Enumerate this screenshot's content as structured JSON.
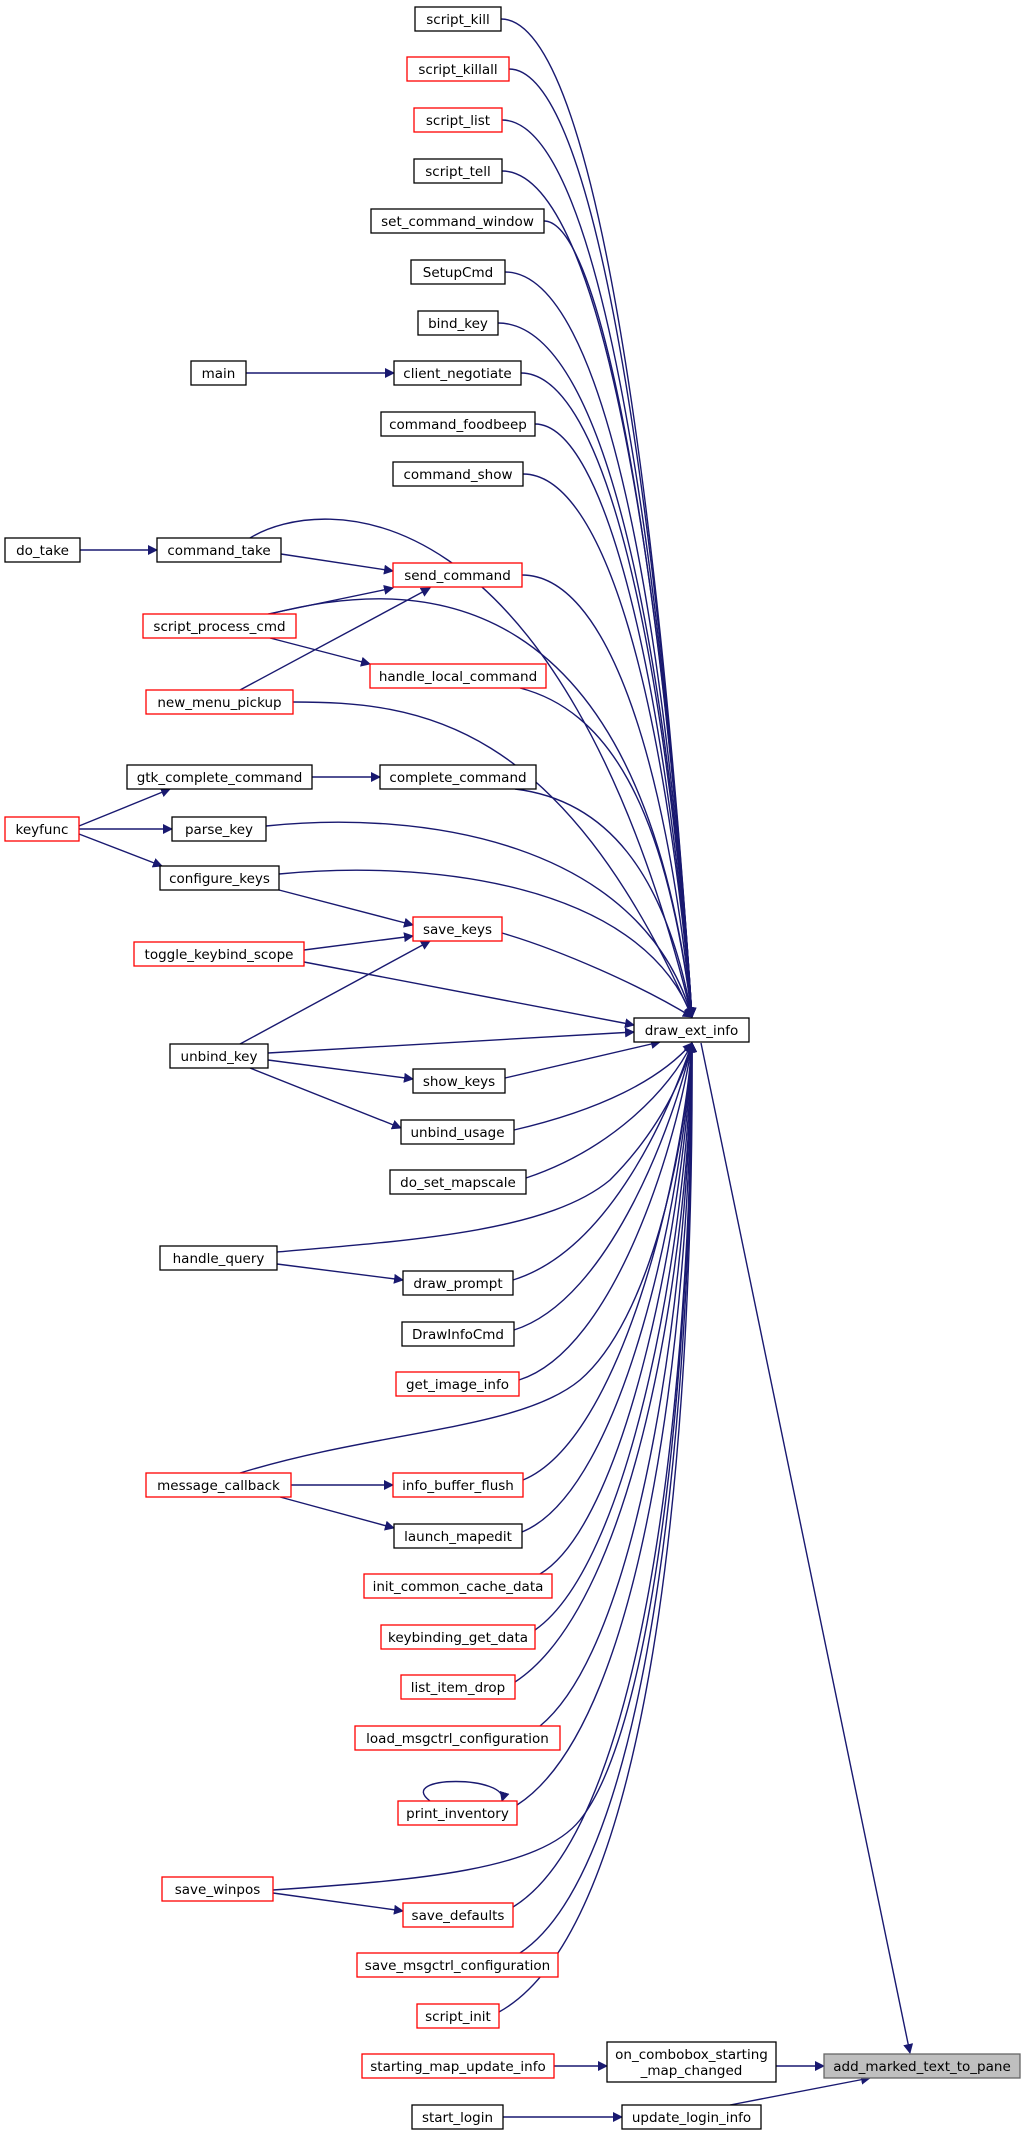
{
  "nodes": [
    {
      "id": "script_kill",
      "label": [
        "script_kill"
      ],
      "color": "black"
    },
    {
      "id": "script_killall",
      "label": [
        "script_killall"
      ],
      "color": "red"
    },
    {
      "id": "script_list",
      "label": [
        "script_list"
      ],
      "color": "red"
    },
    {
      "id": "script_tell",
      "label": [
        "script_tell"
      ],
      "color": "black"
    },
    {
      "id": "set_command_window",
      "label": [
        "set_command_window"
      ],
      "color": "black"
    },
    {
      "id": "SetupCmd",
      "label": [
        "SetupCmd"
      ],
      "color": "black"
    },
    {
      "id": "bind_key",
      "label": [
        "bind_key"
      ],
      "color": "black"
    },
    {
      "id": "main",
      "label": [
        "main"
      ],
      "color": "black"
    },
    {
      "id": "client_negotiate",
      "label": [
        "client_negotiate"
      ],
      "color": "black"
    },
    {
      "id": "command_foodbeep",
      "label": [
        "command_foodbeep"
      ],
      "color": "black"
    },
    {
      "id": "command_show",
      "label": [
        "command_show"
      ],
      "color": "black"
    },
    {
      "id": "do_take",
      "label": [
        "do_take"
      ],
      "color": "black"
    },
    {
      "id": "command_take",
      "label": [
        "command_take"
      ],
      "color": "black"
    },
    {
      "id": "send_command",
      "label": [
        "send_command"
      ],
      "color": "red"
    },
    {
      "id": "script_process_cmd",
      "label": [
        "script_process_cmd"
      ],
      "color": "red"
    },
    {
      "id": "handle_local_command",
      "label": [
        "handle_local_command"
      ],
      "color": "red"
    },
    {
      "id": "new_menu_pickup",
      "label": [
        "new_menu_pickup"
      ],
      "color": "red"
    },
    {
      "id": "gtk_complete_command",
      "label": [
        "gtk_complete_command"
      ],
      "color": "black"
    },
    {
      "id": "complete_command",
      "label": [
        "complete_command"
      ],
      "color": "black"
    },
    {
      "id": "keyfunc",
      "label": [
        "keyfunc"
      ],
      "color": "red"
    },
    {
      "id": "parse_key",
      "label": [
        "parse_key"
      ],
      "color": "black"
    },
    {
      "id": "configure_keys",
      "label": [
        "configure_keys"
      ],
      "color": "black"
    },
    {
      "id": "save_keys",
      "label": [
        "save_keys"
      ],
      "color": "red"
    },
    {
      "id": "toggle_keybind_scope",
      "label": [
        "toggle_keybind_scope"
      ],
      "color": "red"
    },
    {
      "id": "draw_ext_info",
      "label": [
        "draw_ext_info"
      ],
      "color": "black"
    },
    {
      "id": "unbind_key",
      "label": [
        "unbind_key"
      ],
      "color": "black"
    },
    {
      "id": "show_keys",
      "label": [
        "show_keys"
      ],
      "color": "black"
    },
    {
      "id": "unbind_usage",
      "label": [
        "unbind_usage"
      ],
      "color": "black"
    },
    {
      "id": "do_set_mapscale",
      "label": [
        "do_set_mapscale"
      ],
      "color": "black"
    },
    {
      "id": "handle_query",
      "label": [
        "handle_query"
      ],
      "color": "black"
    },
    {
      "id": "draw_prompt",
      "label": [
        "draw_prompt"
      ],
      "color": "black"
    },
    {
      "id": "DrawInfoCmd",
      "label": [
        "DrawInfoCmd"
      ],
      "color": "black"
    },
    {
      "id": "get_image_info",
      "label": [
        "get_image_info"
      ],
      "color": "red"
    },
    {
      "id": "message_callback",
      "label": [
        "message_callback"
      ],
      "color": "red"
    },
    {
      "id": "info_buffer_flush",
      "label": [
        "info_buffer_flush"
      ],
      "color": "red"
    },
    {
      "id": "launch_mapedit",
      "label": [
        "launch_mapedit"
      ],
      "color": "black"
    },
    {
      "id": "init_common_cache_data",
      "label": [
        "init_common_cache_data"
      ],
      "color": "red"
    },
    {
      "id": "keybinding_get_data",
      "label": [
        "keybinding_get_data"
      ],
      "color": "red"
    },
    {
      "id": "list_item_drop",
      "label": [
        "list_item_drop"
      ],
      "color": "red"
    },
    {
      "id": "load_msgctrl_configuration",
      "label": [
        "load_msgctrl_configuration"
      ],
      "color": "red"
    },
    {
      "id": "print_inventory",
      "label": [
        "print_inventory"
      ],
      "color": "red"
    },
    {
      "id": "save_winpos",
      "label": [
        "save_winpos"
      ],
      "color": "red"
    },
    {
      "id": "save_defaults",
      "label": [
        "save_defaults"
      ],
      "color": "red"
    },
    {
      "id": "save_msgctrl_configuration",
      "label": [
        "save_msgctrl_configuration"
      ],
      "color": "red"
    },
    {
      "id": "script_init",
      "label": [
        "script_init"
      ],
      "color": "red"
    },
    {
      "id": "starting_map_update_info",
      "label": [
        "starting_map_update_info"
      ],
      "color": "red"
    },
    {
      "id": "on_combobox_starting_map_changed",
      "label": [
        "on_combobox_starting",
        "_map_changed"
      ],
      "color": "black"
    },
    {
      "id": "add_marked_text_to_pane",
      "label": [
        "add_marked_text_to_pane"
      ],
      "color": "root"
    },
    {
      "id": "start_login",
      "label": [
        "start_login"
      ],
      "color": "black"
    },
    {
      "id": "update_login_info",
      "label": [
        "update_login_info"
      ],
      "color": "black"
    }
  ],
  "edges": [
    {
      "from": "script_kill",
      "to": "draw_ext_info"
    },
    {
      "from": "script_killall",
      "to": "draw_ext_info"
    },
    {
      "from": "script_list",
      "to": "draw_ext_info"
    },
    {
      "from": "script_tell",
      "to": "draw_ext_info"
    },
    {
      "from": "set_command_window",
      "to": "draw_ext_info"
    },
    {
      "from": "SetupCmd",
      "to": "draw_ext_info"
    },
    {
      "from": "bind_key",
      "to": "draw_ext_info"
    },
    {
      "from": "main",
      "to": "client_negotiate"
    },
    {
      "from": "client_negotiate",
      "to": "draw_ext_info"
    },
    {
      "from": "command_foodbeep",
      "to": "draw_ext_info"
    },
    {
      "from": "command_show",
      "to": "draw_ext_info"
    },
    {
      "from": "do_take",
      "to": "command_take"
    },
    {
      "from": "command_take",
      "to": "draw_ext_info"
    },
    {
      "from": "command_take",
      "to": "send_command"
    },
    {
      "from": "send_command",
      "to": "draw_ext_info"
    },
    {
      "from": "script_process_cmd",
      "to": "send_command"
    },
    {
      "from": "script_process_cmd",
      "to": "draw_ext_info"
    },
    {
      "from": "script_process_cmd",
      "to": "handle_local_command"
    },
    {
      "from": "new_menu_pickup",
      "to": "send_command"
    },
    {
      "from": "new_menu_pickup",
      "to": "draw_ext_info"
    },
    {
      "from": "handle_local_command",
      "to": "draw_ext_info"
    },
    {
      "from": "gtk_complete_command",
      "to": "complete_command"
    },
    {
      "from": "complete_command",
      "to": "draw_ext_info"
    },
    {
      "from": "keyfunc",
      "to": "gtk_complete_command"
    },
    {
      "from": "keyfunc",
      "to": "parse_key"
    },
    {
      "from": "keyfunc",
      "to": "configure_keys"
    },
    {
      "from": "parse_key",
      "to": "draw_ext_info"
    },
    {
      "from": "configure_keys",
      "to": "draw_ext_info"
    },
    {
      "from": "configure_keys",
      "to": "save_keys"
    },
    {
      "from": "save_keys",
      "to": "draw_ext_info"
    },
    {
      "from": "toggle_keybind_scope",
      "to": "save_keys"
    },
    {
      "from": "toggle_keybind_scope",
      "to": "draw_ext_info"
    },
    {
      "from": "unbind_key",
      "to": "save_keys"
    },
    {
      "from": "unbind_key",
      "to": "draw_ext_info"
    },
    {
      "from": "unbind_key",
      "to": "show_keys"
    },
    {
      "from": "unbind_key",
      "to": "unbind_usage"
    },
    {
      "from": "show_keys",
      "to": "draw_ext_info"
    },
    {
      "from": "unbind_usage",
      "to": "draw_ext_info"
    },
    {
      "from": "do_set_mapscale",
      "to": "draw_ext_info"
    },
    {
      "from": "handle_query",
      "to": "draw_ext_info"
    },
    {
      "from": "handle_query",
      "to": "draw_prompt"
    },
    {
      "from": "draw_prompt",
      "to": "draw_ext_info"
    },
    {
      "from": "DrawInfoCmd",
      "to": "draw_ext_info"
    },
    {
      "from": "get_image_info",
      "to": "draw_ext_info"
    },
    {
      "from": "message_callback",
      "to": "draw_ext_info"
    },
    {
      "from": "message_callback",
      "to": "info_buffer_flush"
    },
    {
      "from": "message_callback",
      "to": "launch_mapedit"
    },
    {
      "from": "info_buffer_flush",
      "to": "draw_ext_info"
    },
    {
      "from": "launch_mapedit",
      "to": "draw_ext_info"
    },
    {
      "from": "init_common_cache_data",
      "to": "draw_ext_info"
    },
    {
      "from": "keybinding_get_data",
      "to": "draw_ext_info"
    },
    {
      "from": "list_item_drop",
      "to": "draw_ext_info"
    },
    {
      "from": "load_msgctrl_configuration",
      "to": "draw_ext_info"
    },
    {
      "from": "print_inventory",
      "to": "draw_ext_info"
    },
    {
      "from": "print_inventory",
      "to": "print_inventory"
    },
    {
      "from": "save_winpos",
      "to": "draw_ext_info"
    },
    {
      "from": "save_winpos",
      "to": "save_defaults"
    },
    {
      "from": "save_defaults",
      "to": "draw_ext_info"
    },
    {
      "from": "save_msgctrl_configuration",
      "to": "draw_ext_info"
    },
    {
      "from": "script_init",
      "to": "draw_ext_info"
    },
    {
      "from": "draw_ext_info",
      "to": "add_marked_text_to_pane"
    },
    {
      "from": "starting_map_update_info",
      "to": "on_combobox_starting_map_changed"
    },
    {
      "from": "on_combobox_starting_map_changed",
      "to": "add_marked_text_to_pane"
    },
    {
      "from": "start_login",
      "to": "update_login_info"
    },
    {
      "from": "update_login_info",
      "to": "add_marked_text_to_pane"
    }
  ]
}
